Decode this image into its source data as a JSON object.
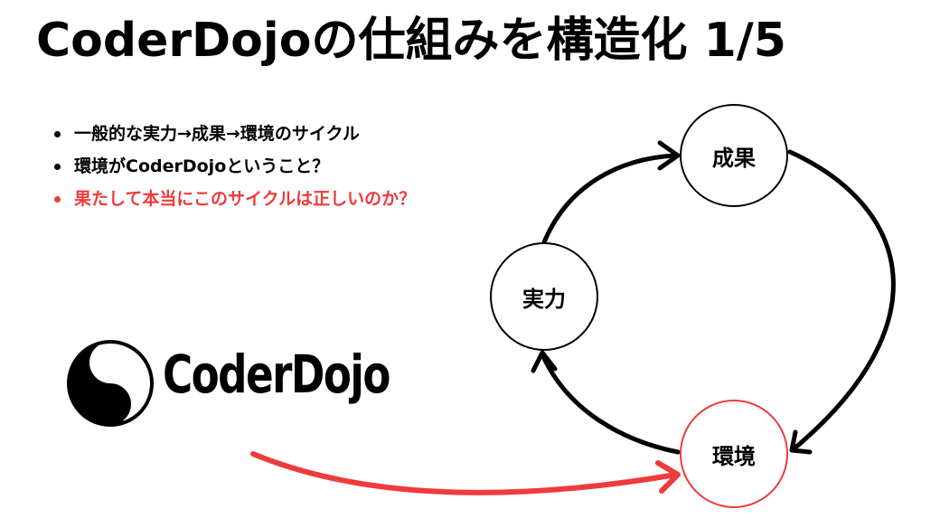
{
  "title": "CoderDojoの仕組みを構造化 1/5",
  "bullets": [
    {
      "text": "一般的な実力→成果→環境のサイクル"
    },
    {
      "text": "環境がCoderDojoということ？"
    },
    {
      "text": "果たして本当にこのサイクルは正しいのか？"
    }
  ],
  "logo": {
    "name": "CoderDojo"
  },
  "cycle": {
    "result": "成果",
    "ability": "実力",
    "environment": "環境"
  },
  "colors": {
    "accent_red": "#ee3b3b",
    "text": "#000000",
    "background": "#ffffff"
  }
}
